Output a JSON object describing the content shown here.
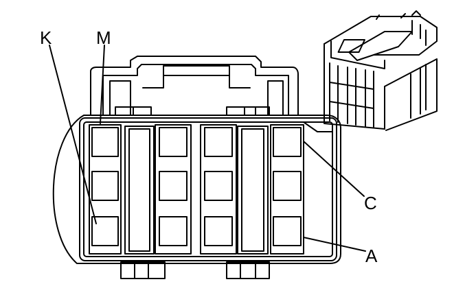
{
  "labels": {
    "k": "K",
    "m": "M",
    "c": "C",
    "a": "A"
  },
  "colors": {
    "line": "#000000",
    "background": "#ffffff"
  },
  "cavity_grid": {
    "columns": 5,
    "rows": 3,
    "extra_column": 1
  }
}
